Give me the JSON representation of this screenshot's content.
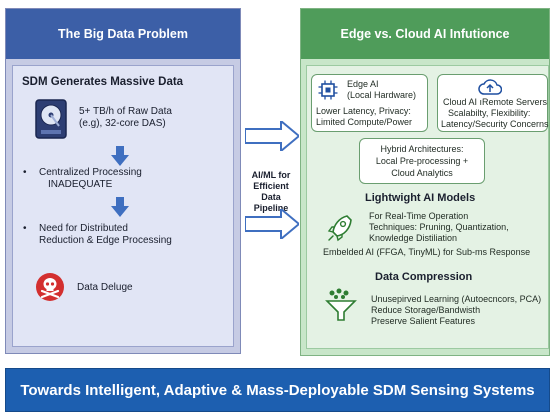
{
  "left": {
    "title": "The Big Data Problem",
    "heading": "SDM Generates Massive Data",
    "raw_data_line1": "5+ TB/h of Raw Data",
    "raw_data_line2": "(e.g), 32-core DAS)",
    "bullet1_line1": "Centralized Processing",
    "bullet1_line2": "INADEQUATE",
    "bullet2_line1": "Need for Distributed",
    "bullet2_line2": "Reduction & Edge Processing",
    "deluge": "Data Deluge"
  },
  "middle": {
    "label_line1": "AI/ML for",
    "label_line2": "Efficient Data",
    "label_line3": "Pipeline"
  },
  "right": {
    "title": "Edge vs. Cloud AI Infutionce",
    "edge_title_line1": "Edge AI",
    "edge_title_line2": "(Local Hardware)",
    "edge_desc_line1": "Lower Latency, Privacy:",
    "edge_desc_line2": "Limited Compute/Power",
    "cloud_title": "Cloud AI ıRemote Servers",
    "cloud_desc_line1": "Scalabilty, Flexibility:",
    "cloud_desc_line2": "Latency/Security Concerns",
    "hybrid_line1": "Hybrid Architectures:",
    "hybrid_line2": "Local Pre-processing +",
    "hybrid_line3": "Cloud Analytics",
    "lightweight_title": "Lightwight AI Models",
    "lw_line1": "For Real-Time Operation",
    "lw_line2": "Techniques: Pruning, Quantization,",
    "lw_line3": "Knowledge Distiliation",
    "lw_line4": "Embelded AI (FFGA, TinyML) for Sub-ms Response",
    "compression_title": "Data Compression",
    "comp_line1": "Unusepirved Learning (Autoecncors, PCA)",
    "comp_line2": "Reduce Storage/Bandwisth",
    "comp_line3": "Preserve Salient Features"
  },
  "banner": {
    "text": "Towards Intelligent, Adaptive & Mass-Deployable SDM Sensing Systems"
  },
  "colors": {
    "left_header": "#3c5fa7",
    "right_header": "#4f9c5a",
    "banner": "#1d5fb0",
    "arrow": "#3f6fc0",
    "deluge_icon": "#d32f2f"
  },
  "icons": [
    "hard-drive-icon",
    "down-arrow-icon",
    "skull-crossbones-icon",
    "chip-icon",
    "cloud-upload-icon",
    "rocket-icon",
    "funnel-icon",
    "right-arrow-icon"
  ]
}
